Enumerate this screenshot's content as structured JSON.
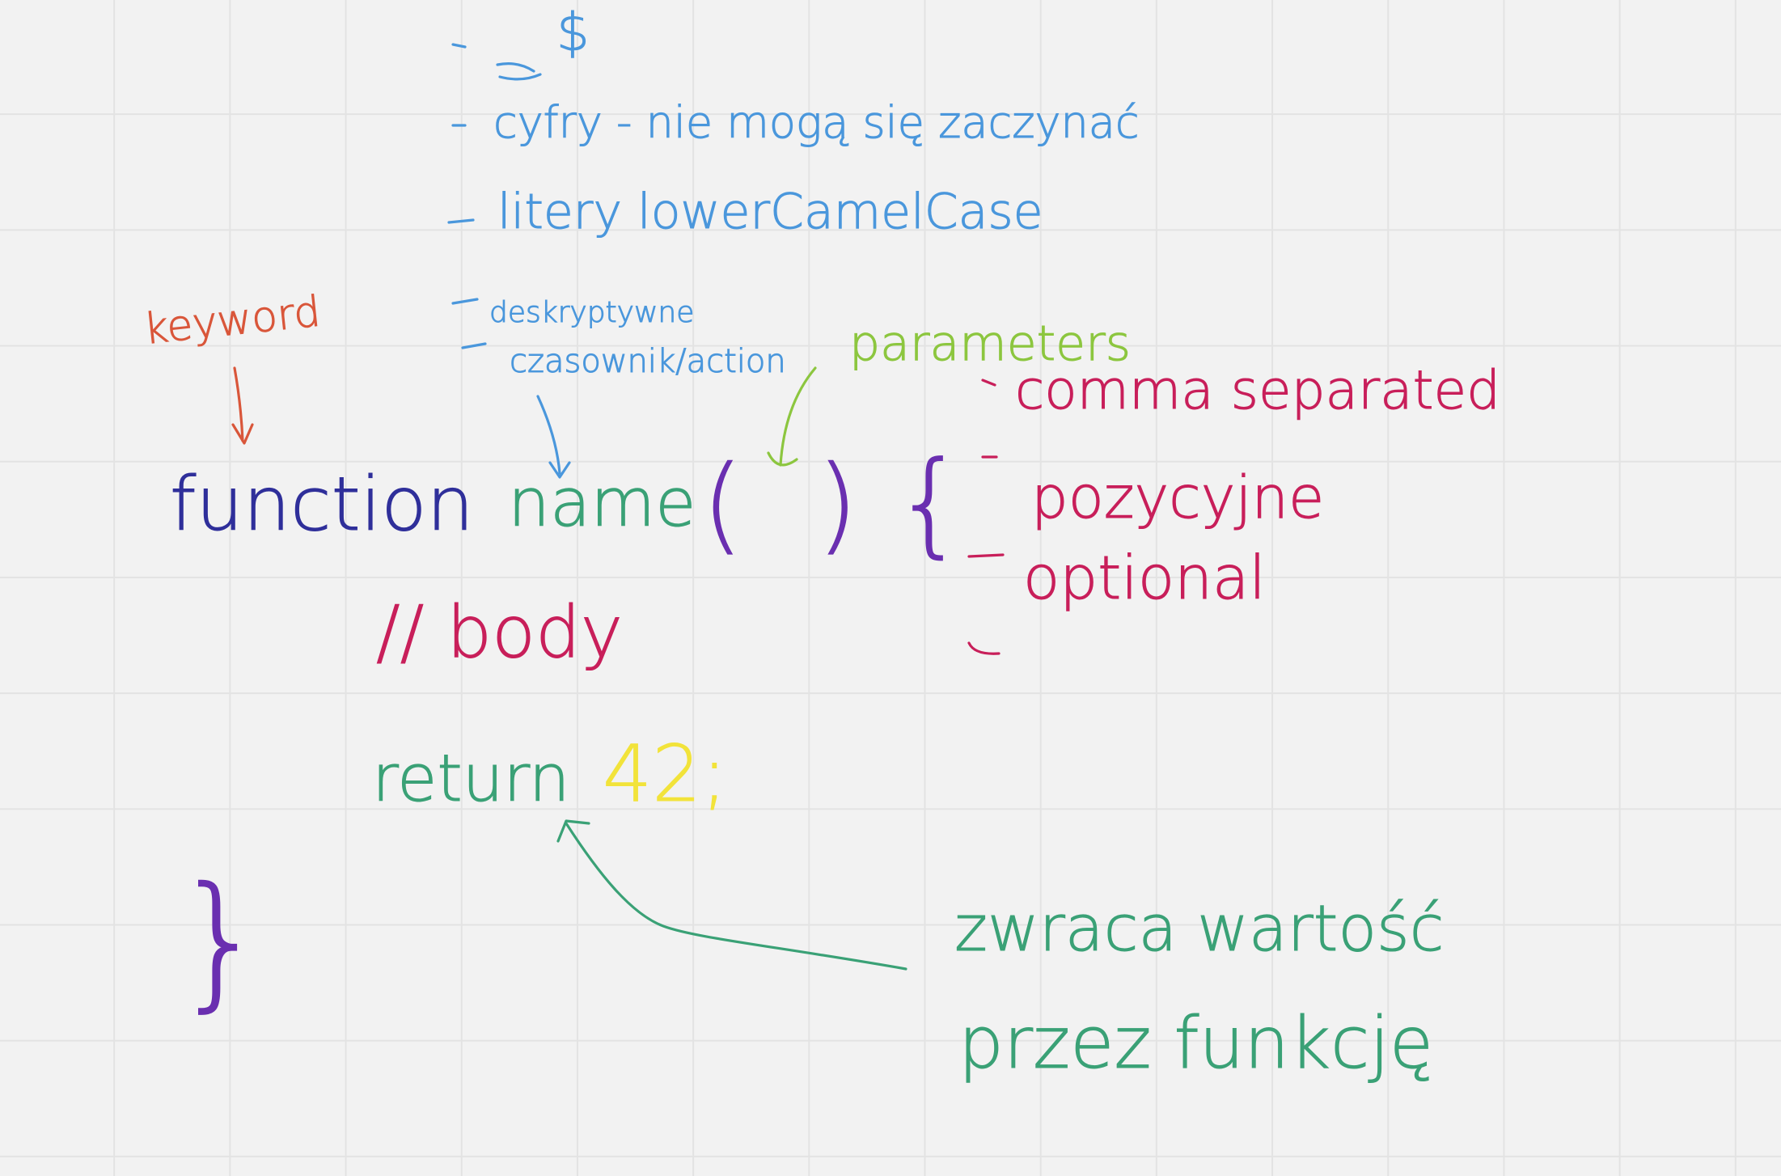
{
  "notes": {
    "dollar": "$",
    "digits_rule": "cyfry - nie mogą się zaczynać",
    "letters_rule": "litery lowerCamelCase",
    "descriptive": "deskryptywne",
    "verb": "czasownik/action",
    "keyword_label": "keyword",
    "code_function_kw": "function",
    "code_name": "name",
    "code_open_paren": "(",
    "code_close_paren": ")",
    "code_open_brace": "{",
    "parameters_label": "parameters",
    "param_comma": "comma separated",
    "param_positional": "pozycyjne",
    "param_optional": "optional",
    "code_body_comment": "// body",
    "code_return": "return",
    "code_return_value": "42;",
    "code_close_brace": "}",
    "return_note_line1": "zwraca wartość",
    "return_note_line2": "przez funkcję"
  },
  "colors": {
    "background": "#f2f2f2",
    "grid": "#e3e3e3",
    "blue_notes": "#4a97dc",
    "keyword_orange": "#d9563a",
    "function_indigo": "#2f2f9a",
    "name_green": "#3aa176",
    "parameters_lime": "#8cc63f",
    "params_crimson": "#c81f5a",
    "braces_purple": "#6a2fb0",
    "value_yellow": "#f2e33a"
  }
}
